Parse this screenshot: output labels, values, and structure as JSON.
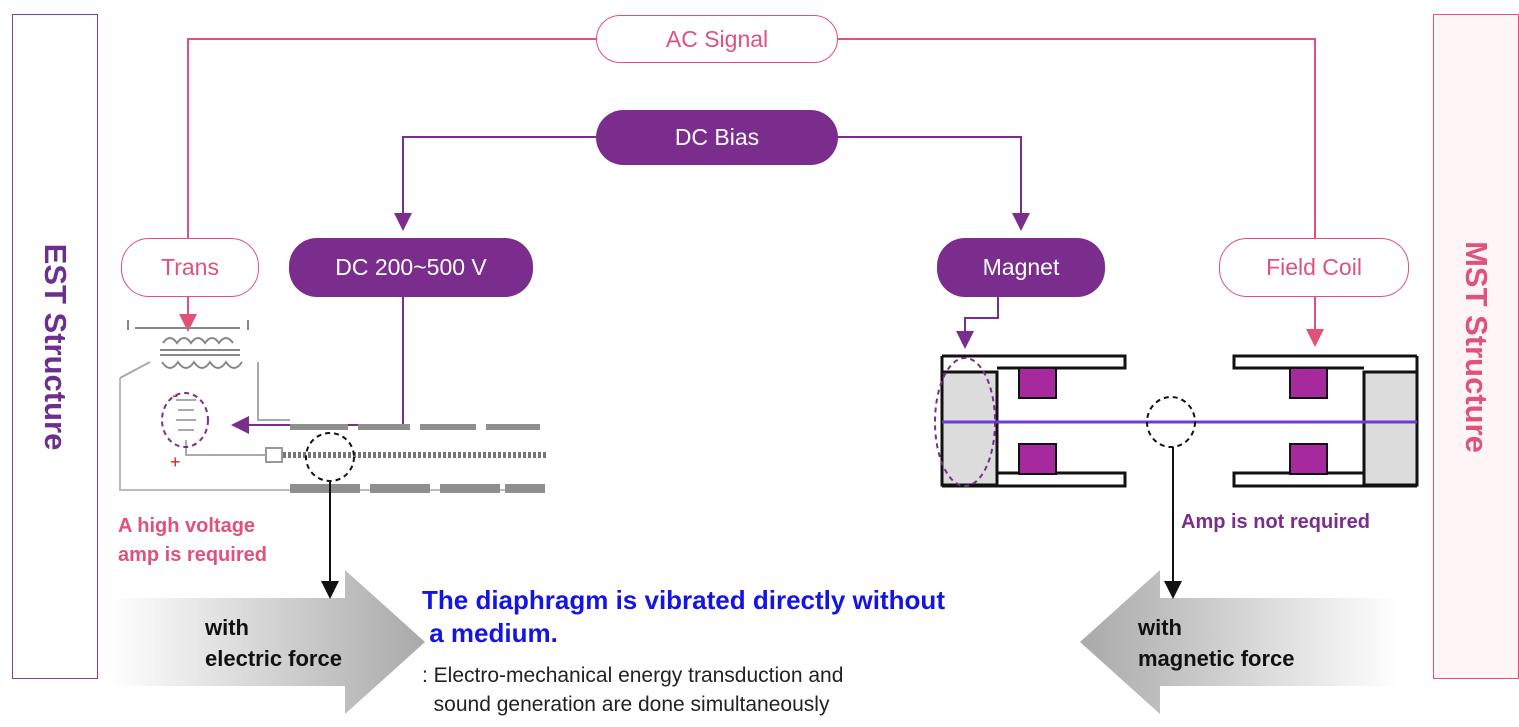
{
  "panels": {
    "left_title": "EST Structure",
    "right_title": "MST Structure"
  },
  "signals": {
    "ac": "AC Signal",
    "dc": "DC Bias"
  },
  "est": {
    "trans": "Trans",
    "dc_voltage": "DC 200~500 V",
    "polarity_minus": "-",
    "polarity_plus": "+",
    "note_line1": "A high voltage",
    "note_line2": "amp is required",
    "force_line1": "with",
    "force_line2": "electric force"
  },
  "mst": {
    "magnet": "Magnet",
    "field_coil": "Field Coil",
    "note": "Amp is not required",
    "force_line1": "with",
    "force_line2": "magnetic force"
  },
  "center": {
    "headline_line1": "The diaphragm is vibrated directly without",
    "headline_line2": " a medium.",
    "sub_line1": ": Electro-mechanical energy transduction and",
    "sub_line2": "  sound generation are done simultaneously"
  },
  "colors": {
    "pink": "#e0527a",
    "purple": "#7b2d8e",
    "coil_magenta": "#a62a9d",
    "headline_blue": "#1414e8",
    "diaphragm_line": "#6a3ed6"
  }
}
